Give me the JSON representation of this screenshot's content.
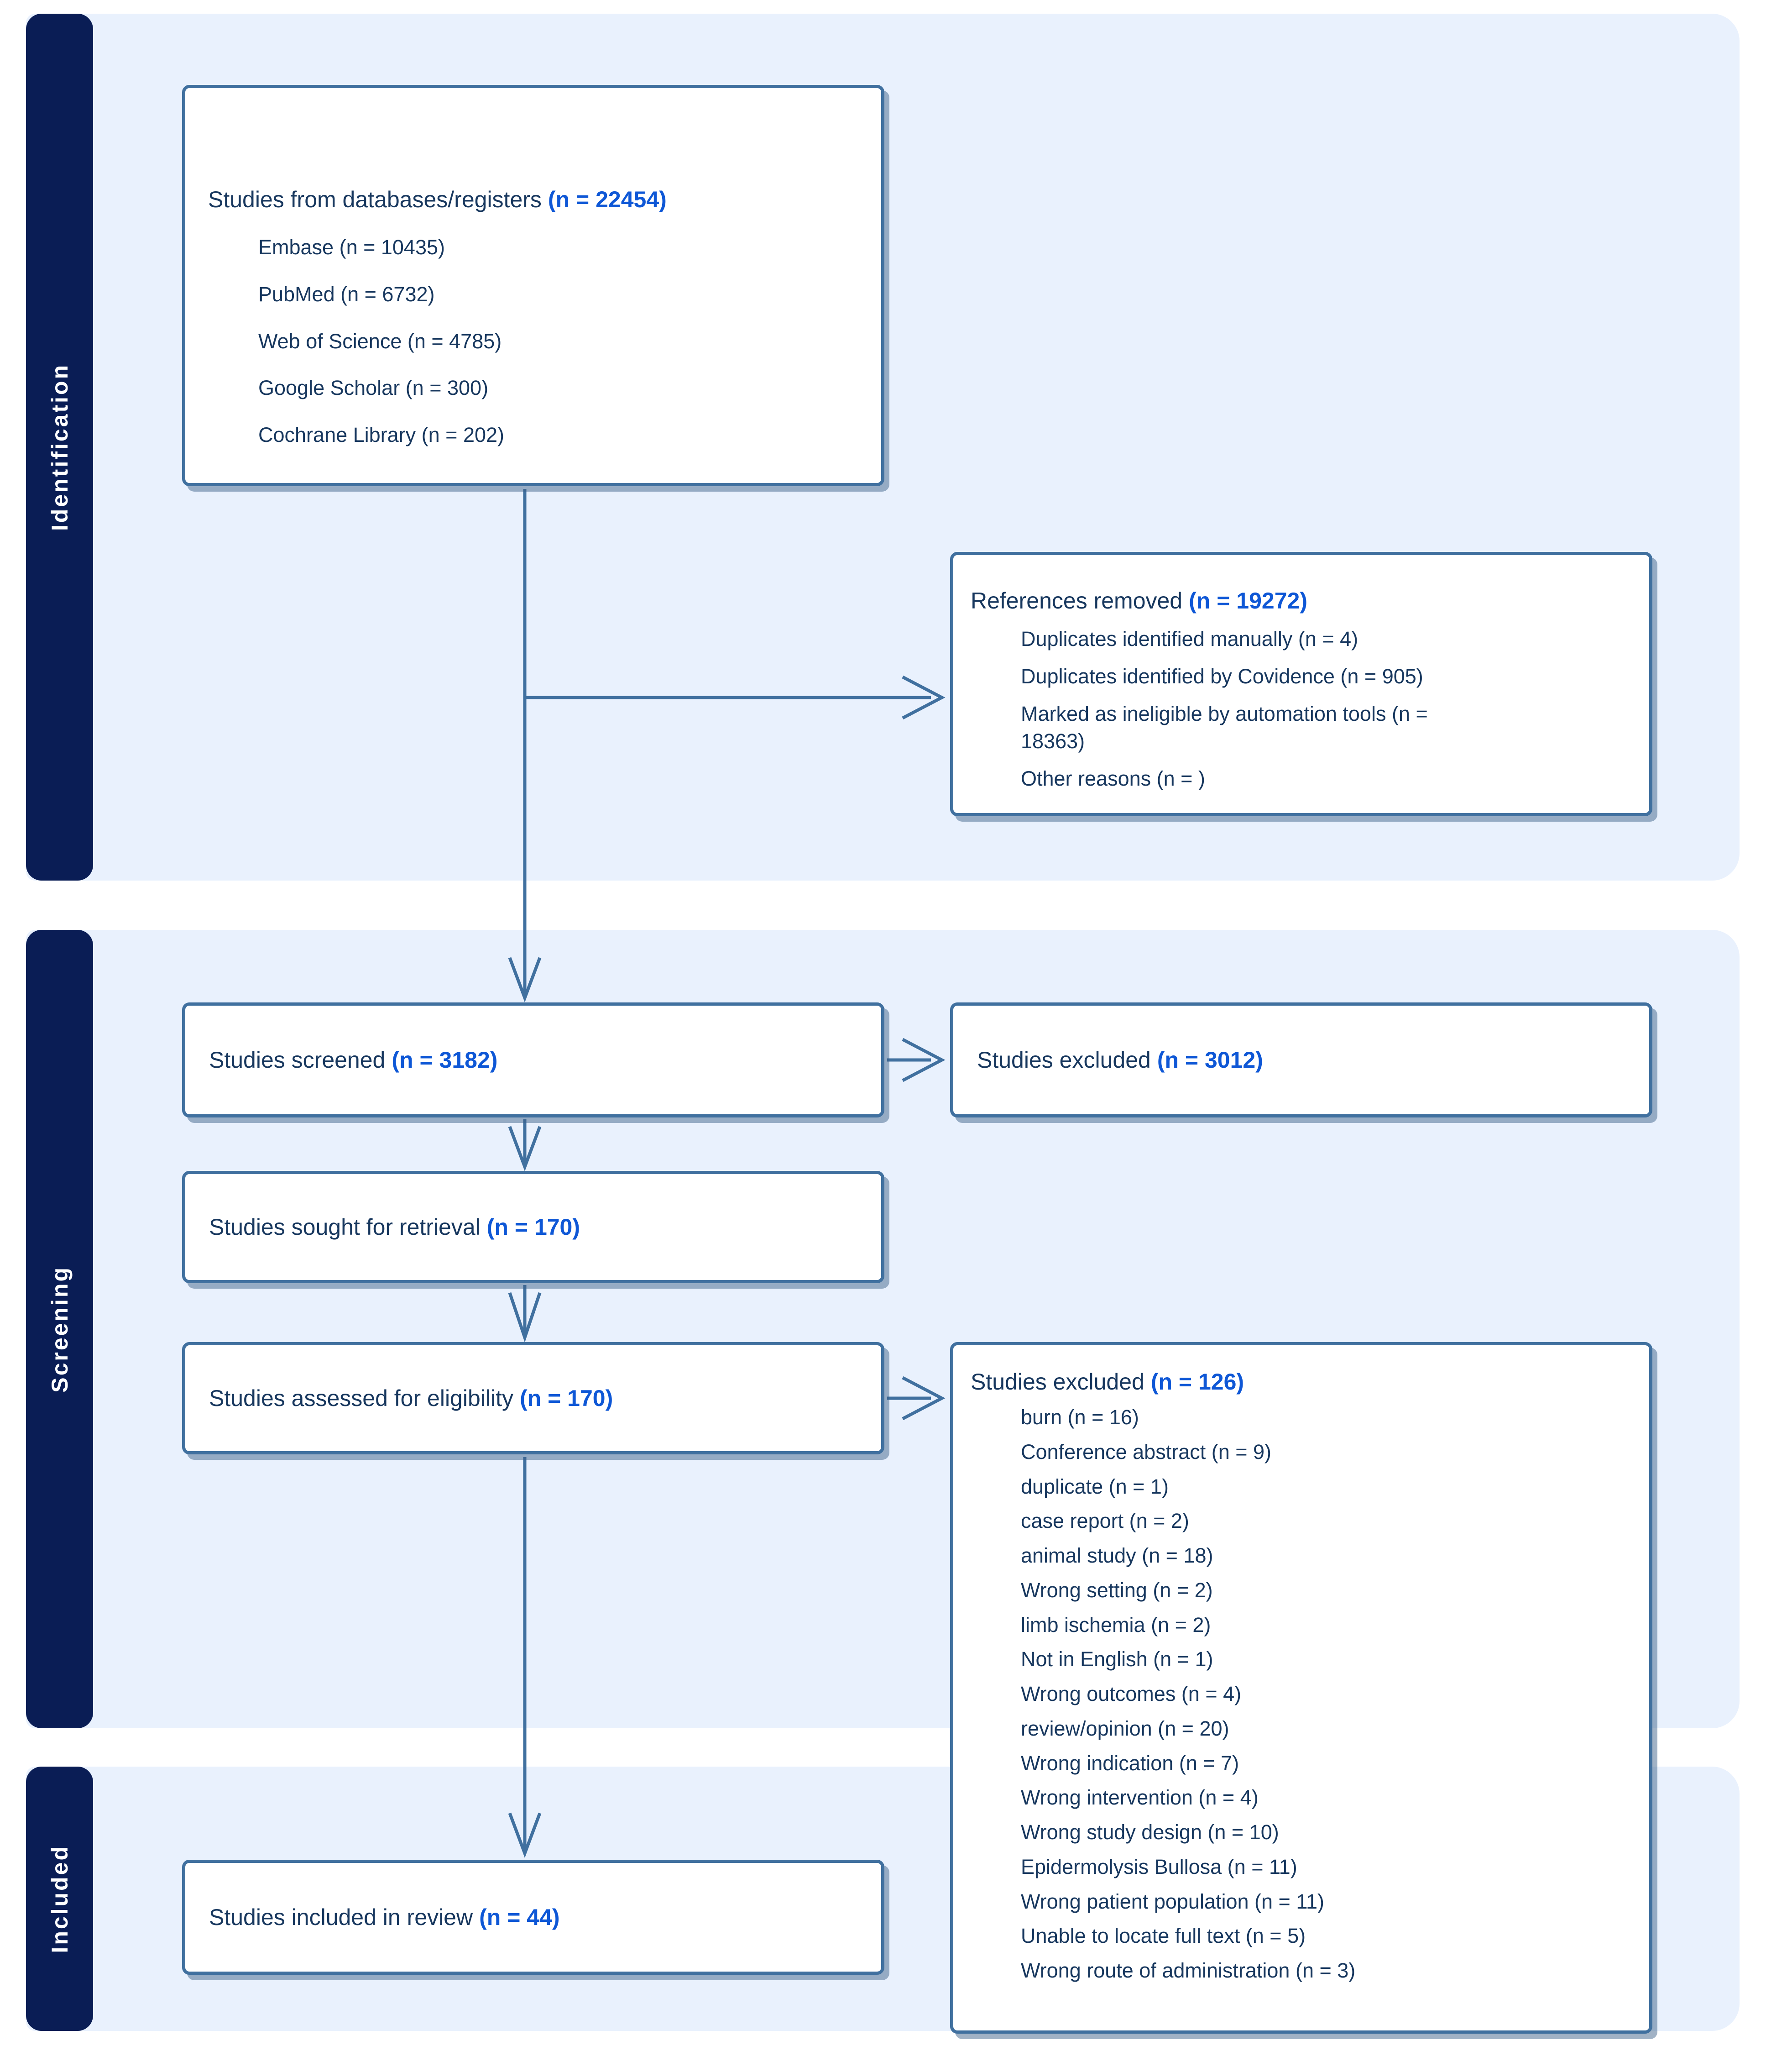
{
  "colors": {
    "sidebar_bg": "#0a1d55",
    "band_bg": "#e9f1fd",
    "box_border": "#40709f",
    "text_navy": "#17375e",
    "count_accent": "#0e57d6"
  },
  "sidebar": {
    "sections": [
      {
        "label": "Identification"
      },
      {
        "label": "Screening"
      },
      {
        "label": "Included"
      }
    ]
  },
  "boxes": {
    "databases": {
      "label": "Studies from databases/registers",
      "count": "(n = 22454)",
      "items": [
        "Embase (n = 10435)",
        "PubMed (n = 6732)",
        "Web of Science (n = 4785)",
        "Google Scholar (n = 300)",
        "Cochrane Library (n = 202)"
      ]
    },
    "references_removed": {
      "label": "References removed",
      "count": "(n = 19272)",
      "items": [
        "Duplicates identified manually (n = 4)",
        "Duplicates identified by Covidence (n = 905)",
        "Marked as ineligible by automation tools (n = 18363)",
        "Other reasons (n = )"
      ]
    },
    "screened": {
      "label": "Studies screened",
      "count": "(n = 3182)"
    },
    "excluded_screening": {
      "label": "Studies excluded",
      "count": "(n = 3012)"
    },
    "sought": {
      "label": "Studies sought for retrieval",
      "count": "(n = 170)"
    },
    "assessed": {
      "label": "Studies assessed for eligibility",
      "count": "(n = 170)"
    },
    "excluded_eligibility": {
      "label": "Studies excluded",
      "count": "(n = 126)",
      "items": [
        "burn (n = 16)",
        "Conference abstract (n = 9)",
        "duplicate (n = 1)",
        "case report (n = 2)",
        "animal study (n = 18)",
        "Wrong setting (n = 2)",
        "limb ischemia (n = 2)",
        "Not in English (n = 1)",
        "Wrong outcomes (n = 4)",
        "review/opinion (n = 20)",
        "Wrong indication (n = 7)",
        "Wrong intervention (n = 4)",
        "Wrong study design (n = 10)",
        "Epidermolysis Bullosa (n = 11)",
        "Wrong patient population (n = 11)",
        "Unable to locate full text (n = 5)",
        "Wrong route of administration (n = 3)"
      ]
    },
    "included": {
      "label": "Studies included in review",
      "count": "(n = 44)"
    }
  }
}
